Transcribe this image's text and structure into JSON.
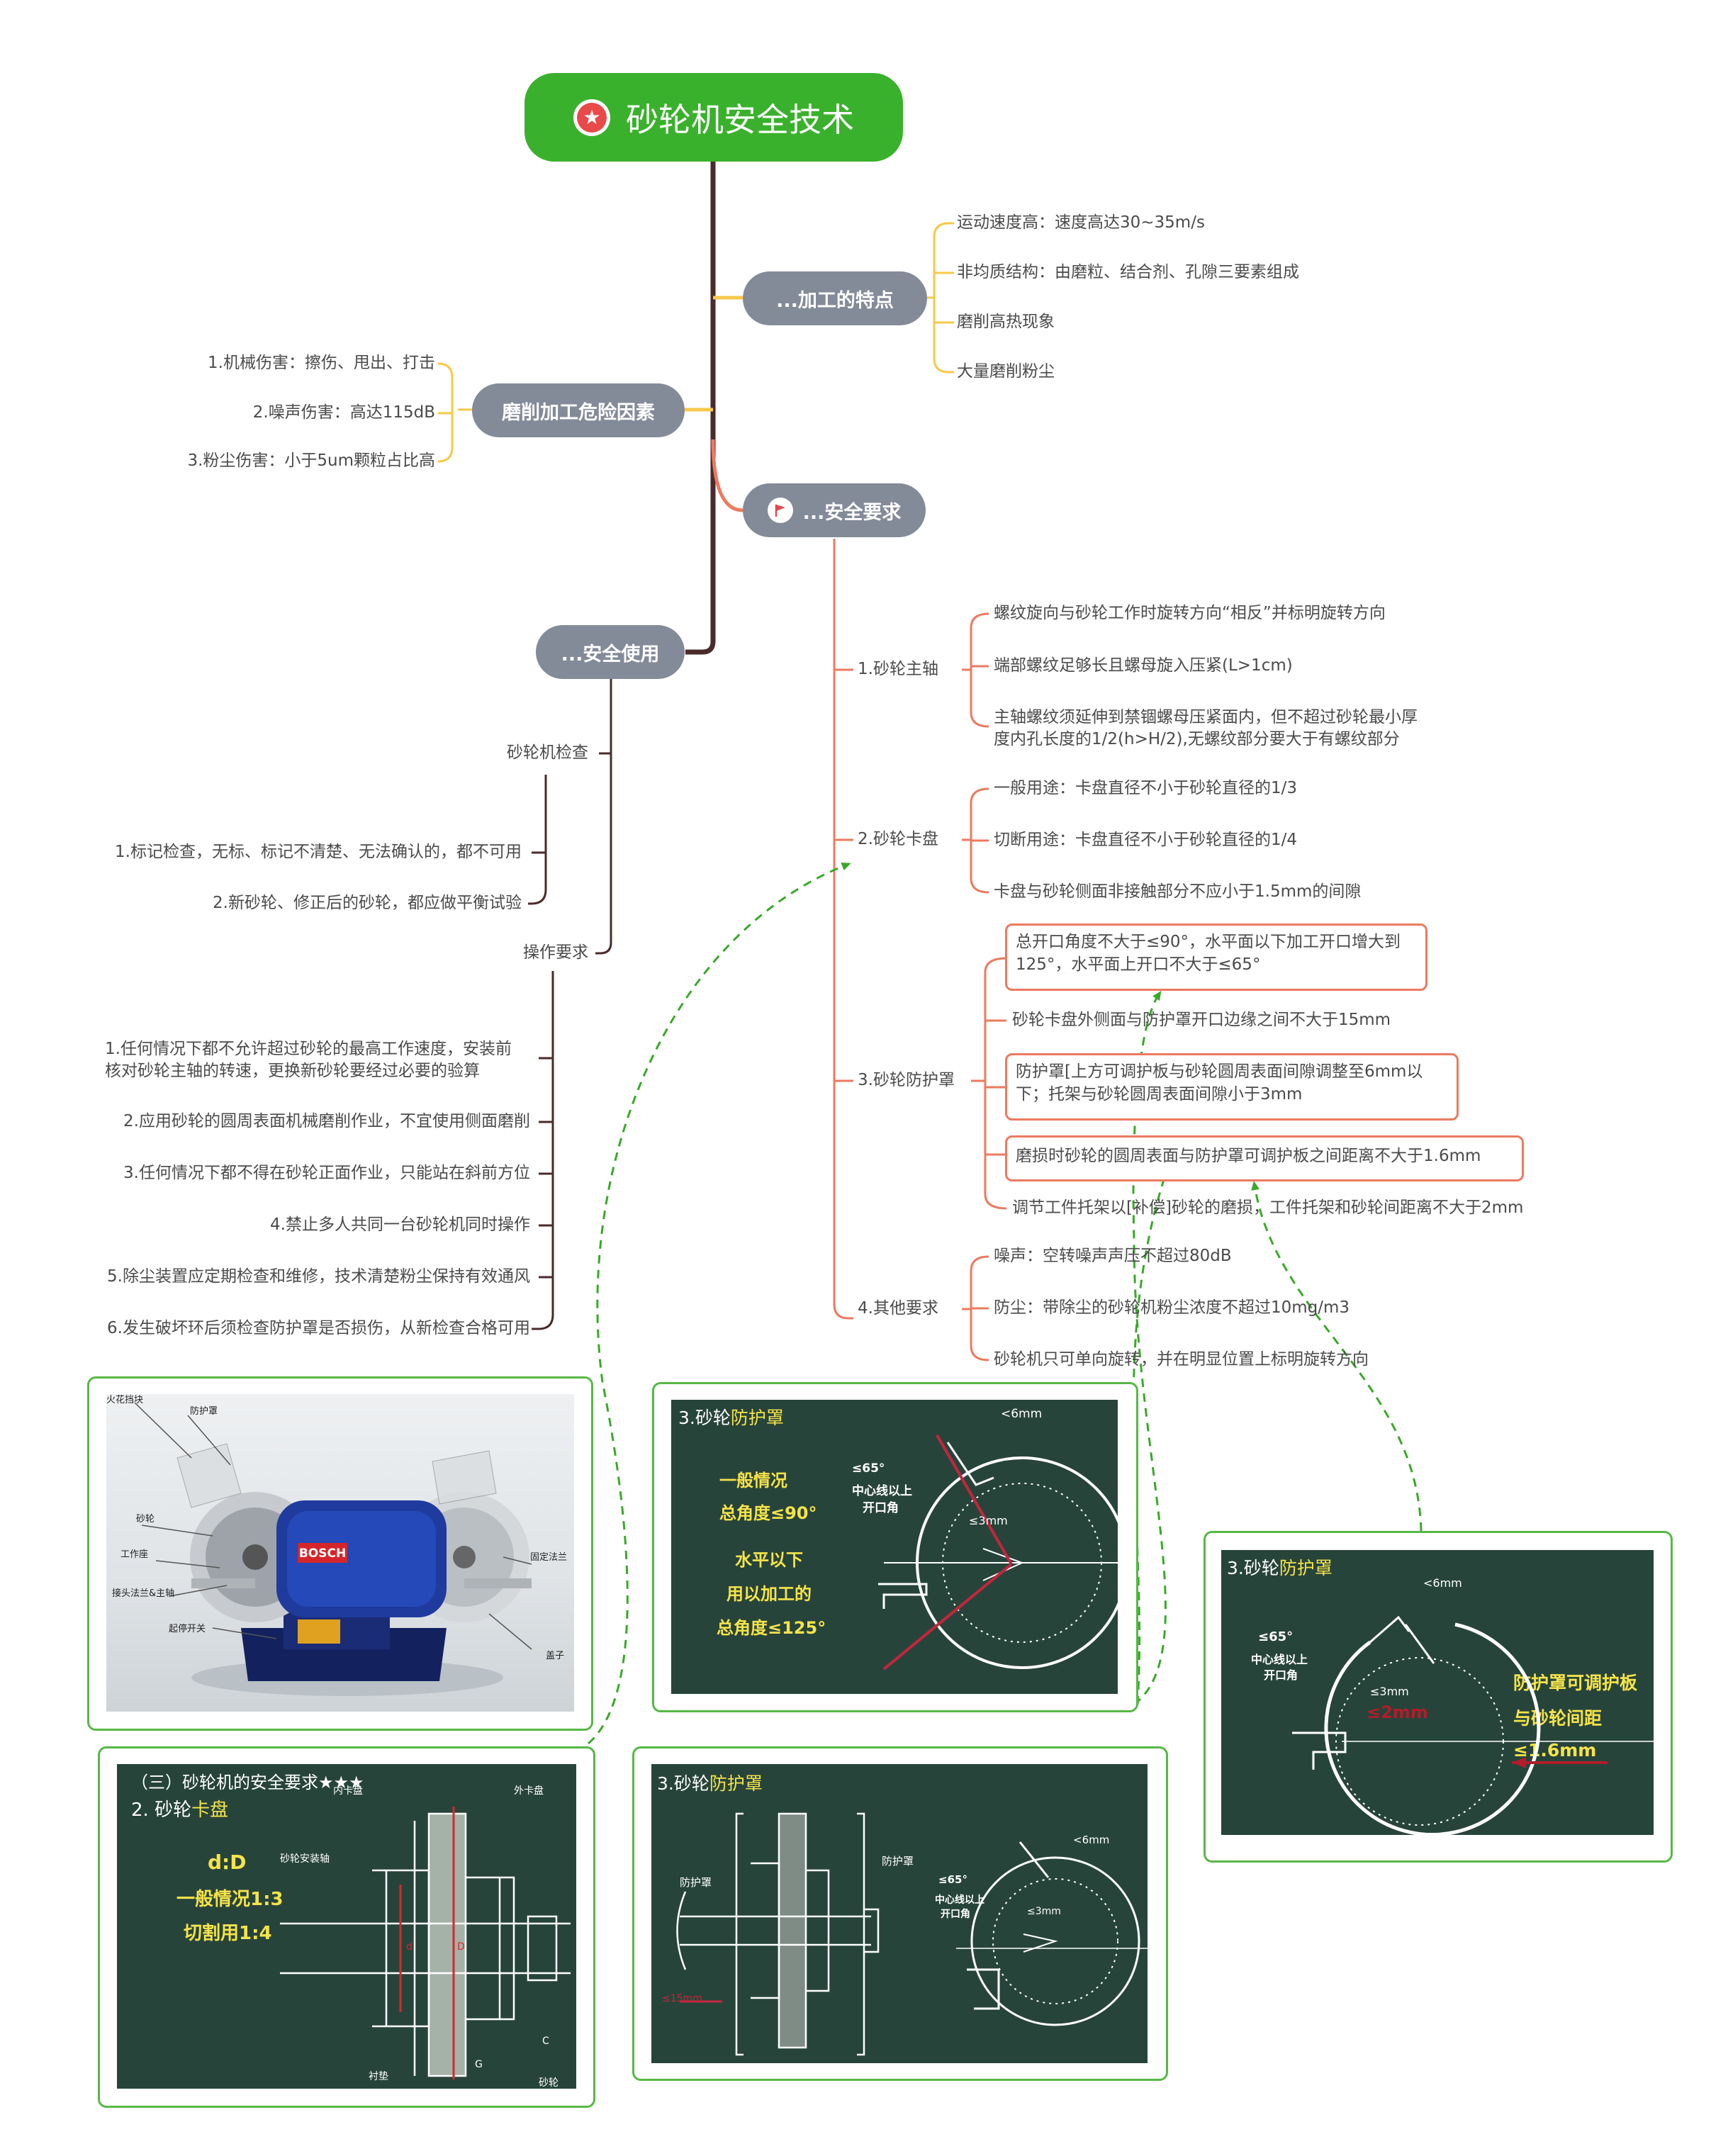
{
  "root": {
    "title": "砂轮机安全技术"
  },
  "characteristics": {
    "label": "...加工的特点",
    "items": [
      "运动速度高：速度高达30~35m/s",
      "非均质结构：由磨粒、结合剂、孔隙三要素组成",
      "磨削高热现象",
      "大量磨削粉尘"
    ]
  },
  "hazards": {
    "label": "磨削加工危险因素",
    "items": [
      "1.机械伤害：擦伤、甩出、打击",
      "2.噪声伤害：高达115dB",
      "3.粉尘伤害：小于5um颗粒占比高"
    ]
  },
  "requirements": {
    "label": "...安全要求",
    "spindle": {
      "label": "1.砂轮主轴",
      "items": [
        "螺纹旋向与砂轮工作时旋转方向“相反”并标明旋转方向",
        "端部螺纹足够长且螺母旋入压紧(L>1cm)",
        "主轴螺纹须延伸到禁锢螺母压紧面内，但不超过砂轮最小厚",
        "度内孔长度的1/2(h>H/2),无螺纹部分要大于有螺纹部分"
      ]
    },
    "flange": {
      "label": "2.砂轮卡盘",
      "items": [
        "一般用途：卡盘直径不小于砂轮直径的1/3",
        "切断用途：卡盘直径不小于砂轮直径的1/4",
        "卡盘与砂轮侧面非接触部分不应小于1.5mm的间隙"
      ]
    },
    "guard": {
      "label": "3.砂轮防护罩",
      "items": [
        "总开口角度不大于≤90°，水平面以下加工开口增大到",
        "125°，水平面上开口不大于≤65°",
        "砂轮卡盘外侧面与防护罩开口边缘之间不大于15mm",
        "防护罩[上方可调护板与砂轮圆周表面间隙调整至6mm以",
        "下；托架与砂轮圆周表面间隙小于3mm",
        "磨损时砂轮的圆周表面与防护罩可调护板之间距离不大于1.6mm",
        "调节工件托架以[补偿]砂轮的磨损，工件托架和砂轮间距离不大于2mm"
      ]
    },
    "other": {
      "label": "4.其他要求",
      "items": [
        "噪声：空转噪声声压不超过80dB",
        "防尘：带除尘的砂轮机粉尘浓度不超过10mg/m3",
        "砂轮机只可单向旋转，并在明显位置上标明旋转方向"
      ]
    }
  },
  "usage": {
    "label": "...安全使用",
    "check": {
      "label": "砂轮机检查",
      "items": [
        "1.标记检查，无标、标记不清楚、无法确认的，都不可用",
        "2.新砂轮、修正后的砂轮，都应做平衡试验"
      ]
    },
    "ops": {
      "label": "操作要求",
      "items": [
        "1.任何情况下都不允许超过砂轮的最高工作速度，安装前",
        "核对砂轮主轴的转速，更换新砂轮要经过必要的验算",
        "2.应用砂轮的圆周表面机械磨削作业，不宜使用侧面磨削",
        "3.任何情况下都不得在砂轮正面作业，只能站在斜前方位",
        "4.禁止多人共同一台砂轮机同时操作",
        "5.除尘装置应定期检查和维修，技术清楚粉尘保持有效通风",
        "6.发生破坏环后须检查防护罩是否损伤，从新检查合格可用"
      ]
    }
  },
  "photo_panel": {
    "labels": [
      "火花挡块",
      "防护罩",
      "砂轮",
      "工作座",
      "接头法兰&主轴",
      "起停开关",
      "固定法兰",
      "盖子"
    ],
    "brand": "BOSCH"
  },
  "flange_panel": {
    "header": "（三）砂轮机的安全要求★★★",
    "title_prefix": "2. 砂轮",
    "title_hl": "卡盘",
    "ratio": "d:D",
    "line1": "一般情况1:3",
    "line2": "切割用1:4",
    "labels": [
      "内卡盘",
      "外卡盘",
      "砂轮安装轴",
      "衬垫",
      "砂轮",
      "d",
      "D",
      "C",
      "G"
    ]
  },
  "guard_panel1": {
    "title_prefix": "3.砂轮",
    "title_hl": "防护罩",
    "l1": "一般情况",
    "l2": "总角度≤90°",
    "l3": "水平以下",
    "l4": "用以加工的",
    "l5": "总角度≤125°",
    "a1": "<6mm",
    "a2": "≤65°",
    "a3": "中心线以上",
    "a4": "开口角",
    "a5": "≤3mm"
  },
  "guard_panel2": {
    "title_prefix": "3.砂轮",
    "title_hl": "防护罩",
    "left_lbl": "防护罩",
    "right_lbl": "防护罩",
    "gap": "≤15mm",
    "a1": "<6mm",
    "a2": "≤65°",
    "a3": "中心线以上",
    "a4": "开口角",
    "a5": "≤3mm"
  },
  "guard_panel3": {
    "title_prefix": "3.砂轮",
    "title_hl": "防护罩",
    "a1": "<6mm",
    "a2": "≤65°",
    "a3": "中心线以上",
    "a4": "开口角",
    "a5": "≤3mm",
    "a6": "≤2mm",
    "note1": "防护罩可调护板",
    "note2": "与砂轮间距",
    "note3": "≤1.6mm"
  },
  "colors": {
    "root": "#3ab12c",
    "node": "#838a98",
    "yellow_branch": "#f7c94a",
    "orange_branch": "#ec7a5f",
    "trunk": "#4a2b2b",
    "dash": "#3aa82a",
    "board": "#27443b",
    "chalk_yellow": "#f5e34a"
  }
}
